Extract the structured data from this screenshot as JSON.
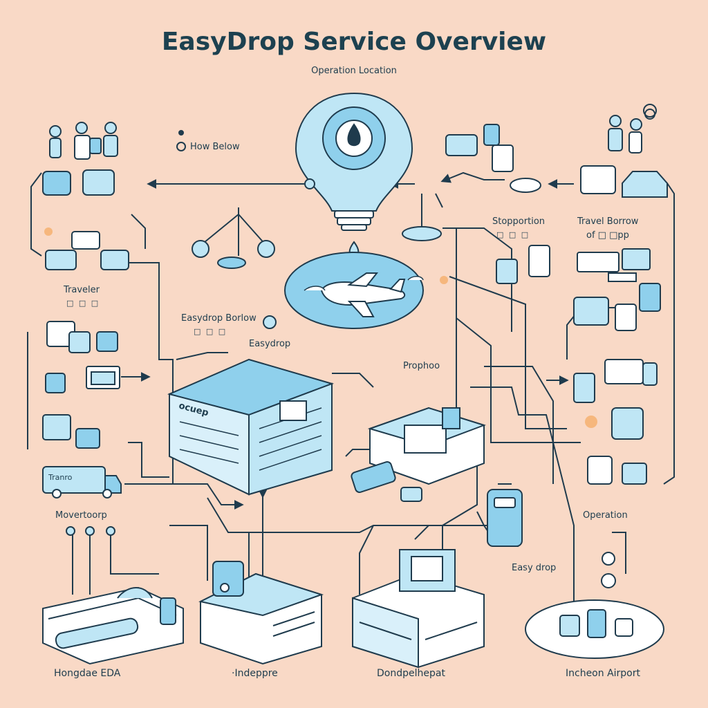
{
  "title": "EasyDrop Service Overview",
  "subtitle": "Operation Location",
  "labels": {
    "how_below": "How Below",
    "traveler": "Traveler",
    "traveler_sub": "□ □ □",
    "easydrop_borrow": "Easydrop Borlow",
    "easydrop_borrow_sub": "□ □ □",
    "easydrop": "Easydrop",
    "stopportion": "Stopportion",
    "stopportion_sub": "□ □ □",
    "travel_borrow": "Travel Borrow",
    "travel_borrow_sub": "of □ □pp",
    "prophoo": "Prophoo",
    "building_sign": "ocuep",
    "movertoorp": "Movertoorp",
    "operation": "Operation",
    "easy_drop": "Easy drop",
    "hongdae_eda": "Hongdae EDA",
    "indeppre": "·Indeppre",
    "dondpel_airport": "Dondpelhepat",
    "incheon_airport": "Incheon Airport",
    "truck_sign": "Tranro"
  },
  "colors": {
    "background": "#f9d9c6",
    "line": "#1f3b4d",
    "fill_light": "#bfe6f5",
    "fill_mid": "#8fd0ec",
    "white": "#ffffff"
  }
}
